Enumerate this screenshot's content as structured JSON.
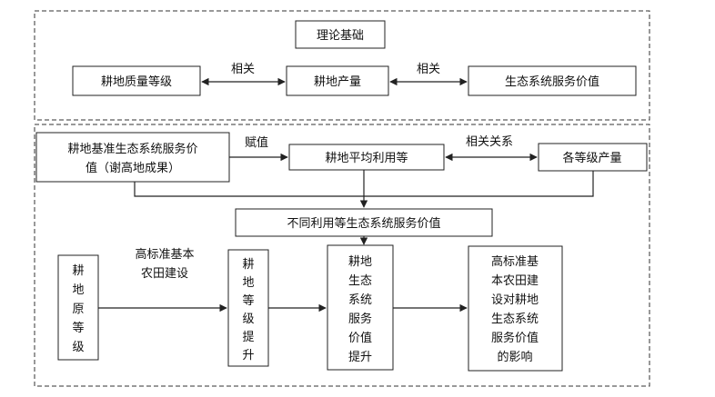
{
  "top_section": {
    "theory": "理论基础",
    "quality": "耕地质量等级",
    "yield": "耕地产量",
    "value": "生态系统服务价值",
    "rel_left": "相关",
    "rel_right": "相关"
  },
  "bottom_section": {
    "baseline_line1": "耕地基准生态系统服务价",
    "baseline_line2": "值（谢高地成果）",
    "assign": "赋值",
    "avg_grade": "耕地平均利用等",
    "rel_between": "相关关系",
    "grade_yield": "各等级产量",
    "diff_value": "不同利用等生态系统服务价值",
    "hs_label_line1": "高标准基本",
    "hs_label_line2": "农田建设",
    "original_chars": [
      "耕",
      "地",
      "原",
      "等",
      "级"
    ],
    "upgrade_chars": [
      "耕",
      "地",
      "等",
      "级",
      "提",
      "升"
    ],
    "eco_lines": [
      "耕地",
      "生态",
      "系统",
      "服务",
      "价值",
      "提升"
    ],
    "impact_lines": [
      "高标准基",
      "本农田建",
      "设对耕地",
      "生态系统",
      "服务价值",
      "的影响"
    ]
  }
}
